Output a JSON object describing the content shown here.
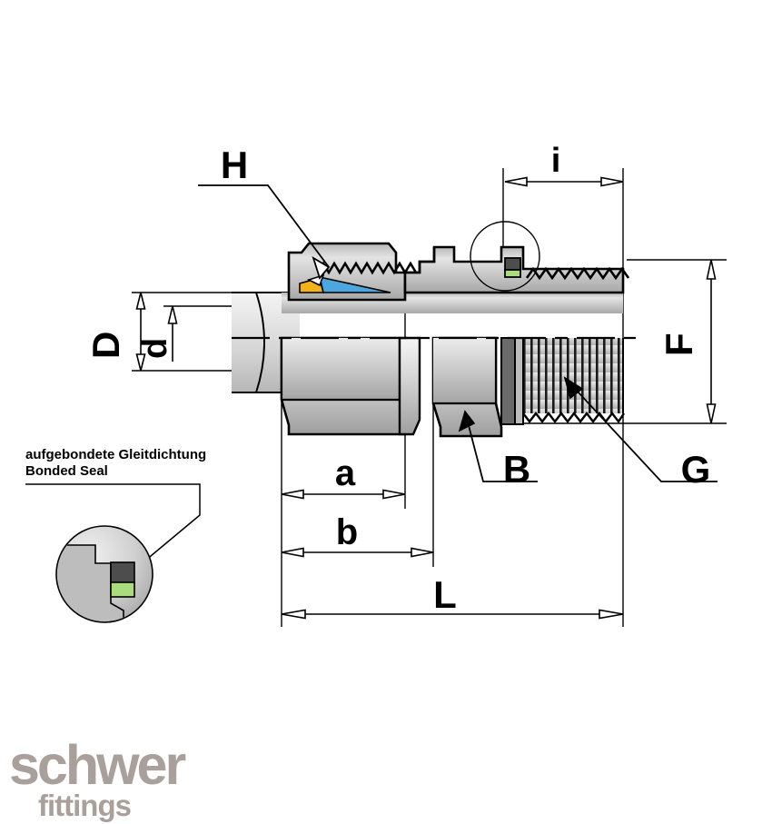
{
  "drawing": {
    "title": "Technical cross-section drawing of a bulkhead tube fitting with bonded seal",
    "type": "engineering-line-drawing"
  },
  "dimension_labels": {
    "D": "D",
    "d": "d",
    "F": "F",
    "i": "i",
    "a": "a",
    "b": "b",
    "L": "L",
    "H": "H",
    "B": "B",
    "G": "G"
  },
  "callouts": {
    "bonded_seal_de": "aufgebondete Gleitdichtung",
    "bonded_seal_en": "Bonded Seal"
  },
  "logo": {
    "name": "schwer",
    "tagline": "fittings",
    "color": "#a9a09b"
  },
  "colors": {
    "line": "#000000",
    "metal_light": "#f2f2f2",
    "metal_mid": "#c9c9c9",
    "metal_dark": "#9a9a9a",
    "seal_dark": "#4d4d4d",
    "seal_green": "#aadc7d",
    "ferrule_yellow": "#f2b21a",
    "ferrule_blue": "#4da6dd",
    "background": "#ffffff"
  }
}
